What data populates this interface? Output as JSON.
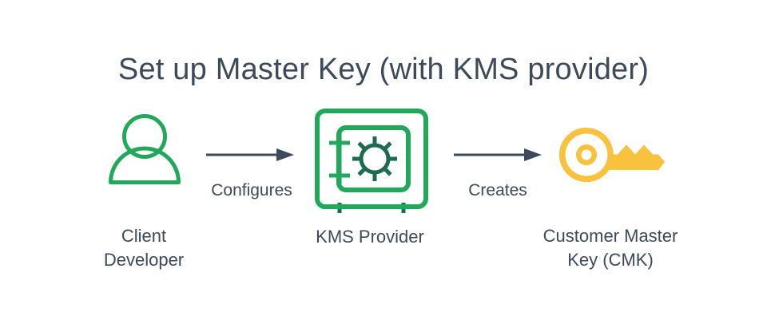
{
  "page": {
    "title": "Set up Master Key (with KMS provider)",
    "background_color": "#ffffff",
    "text_color": "#3e4a5a"
  },
  "colors": {
    "green": "#21a85a",
    "dark_green": "#1c6b52",
    "yellow": "#f8c23f",
    "arrow": "#3e4a5a",
    "title": "#3e4a5a"
  },
  "diagram": {
    "nodes": [
      {
        "id": "client-developer",
        "icon": "person-icon",
        "label_line1": "Client",
        "label_line2": "Developer",
        "color": "#21a85a"
      },
      {
        "id": "kms-provider",
        "icon": "safe-icon",
        "label_line1": "KMS Provider",
        "label_line2": "",
        "color": "#21a85a"
      },
      {
        "id": "customer-master-key",
        "icon": "key-icon",
        "label_line1": "Customer Master",
        "label_line2": "Key (CMK)",
        "color": "#f8c23f"
      }
    ],
    "arrows": [
      {
        "id": "arrow-configures",
        "label": "Configures",
        "from": "client-developer",
        "to": "kms-provider",
        "direction": "right"
      },
      {
        "id": "arrow-creates",
        "label": "Creates",
        "from": "kms-provider",
        "to": "customer-master-key",
        "direction": "right"
      }
    ]
  }
}
